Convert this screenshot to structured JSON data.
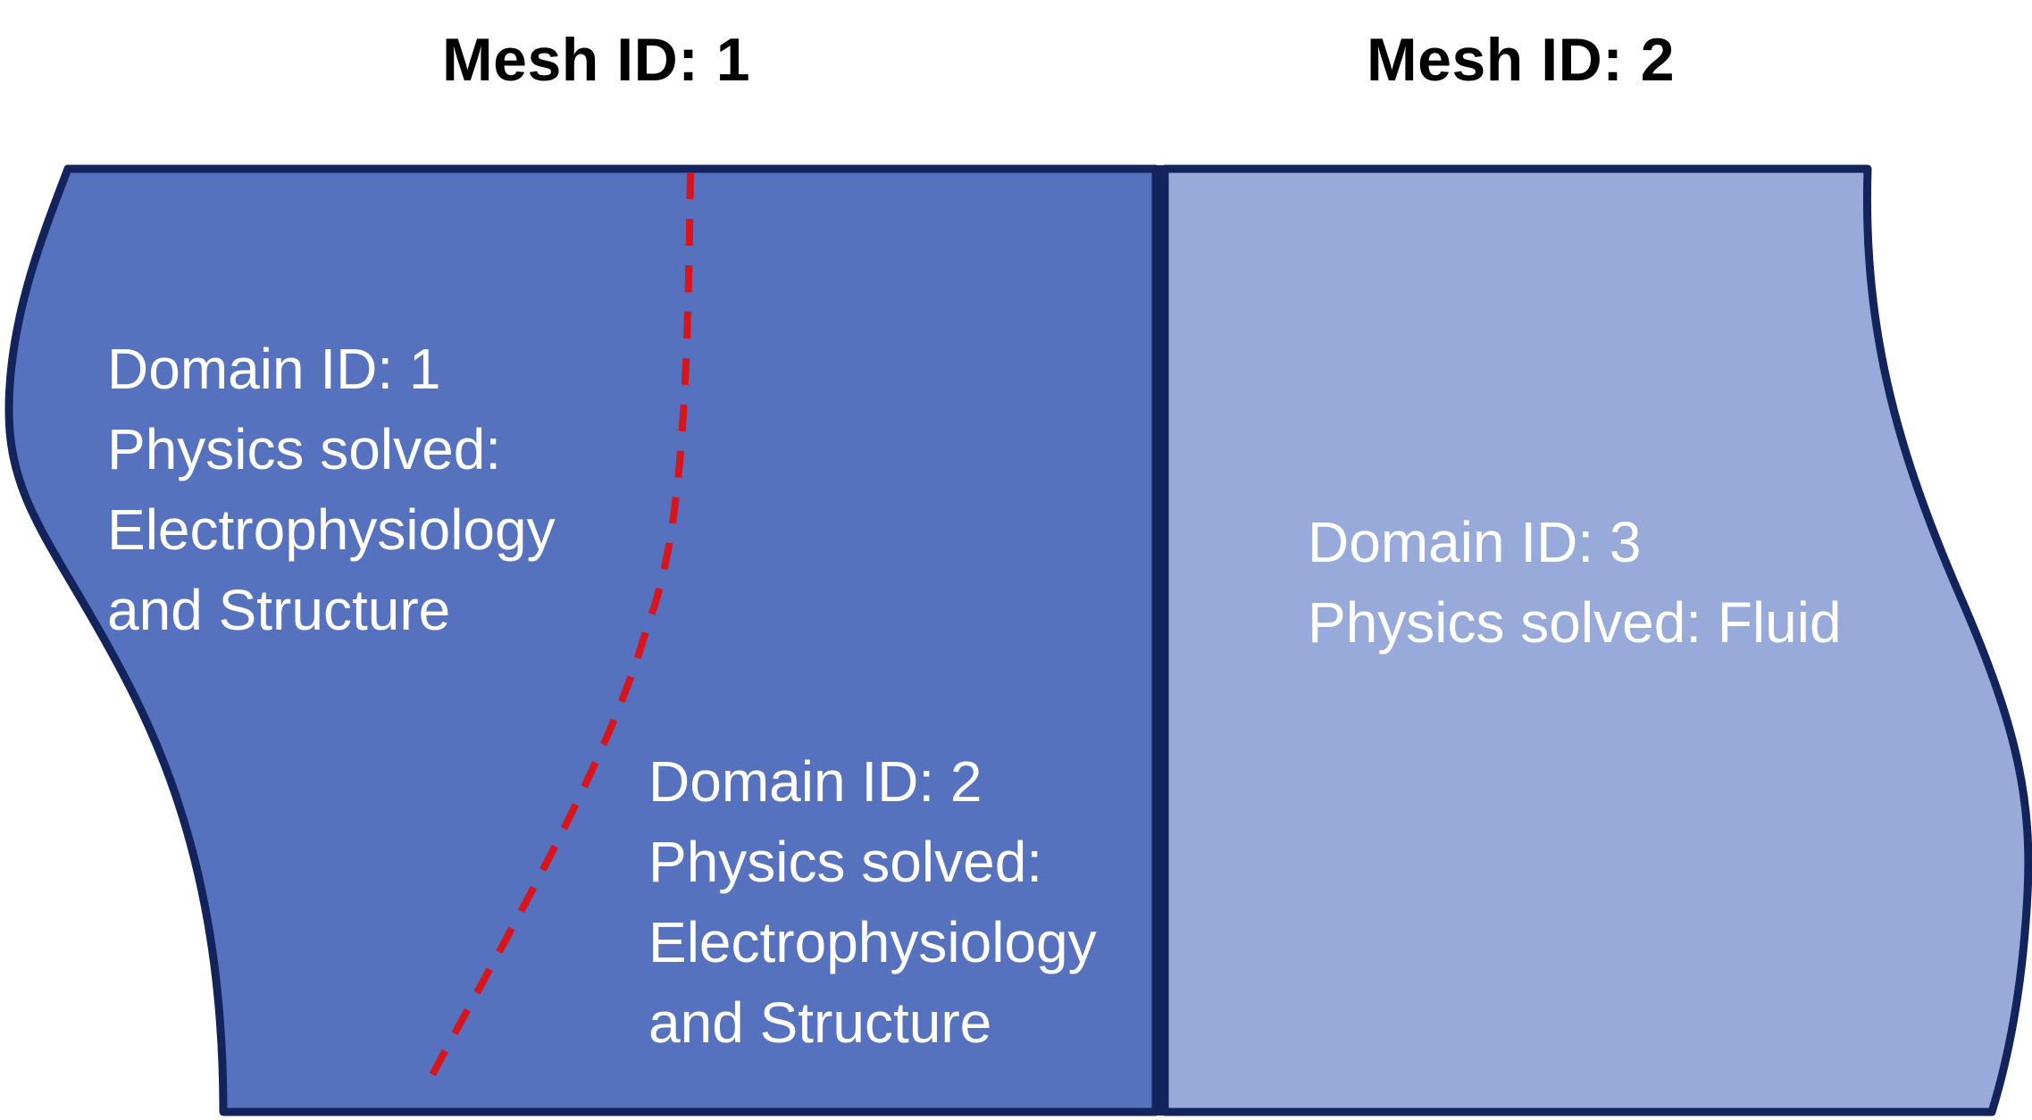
{
  "meshes": [
    {
      "title": "Mesh ID: 1"
    },
    {
      "title": "Mesh ID: 2"
    }
  ],
  "domains": [
    {
      "lines": [
        "Domain ID: 1",
        "Physics solved:",
        "Electrophysiology",
        "and Structure"
      ]
    },
    {
      "lines": [
        "Domain ID: 2",
        "Physics solved:",
        "Electrophysiology",
        "and Structure"
      ]
    },
    {
      "lines": [
        "Domain ID: 3",
        "Physics solved: Fluid"
      ]
    }
  ],
  "colors": {
    "mesh1_fill": "#5672bf",
    "mesh2_fill": "#97aad9",
    "outline": "#13235c",
    "domain_boundary": "#d8141c",
    "label_text": "#ffffff"
  }
}
